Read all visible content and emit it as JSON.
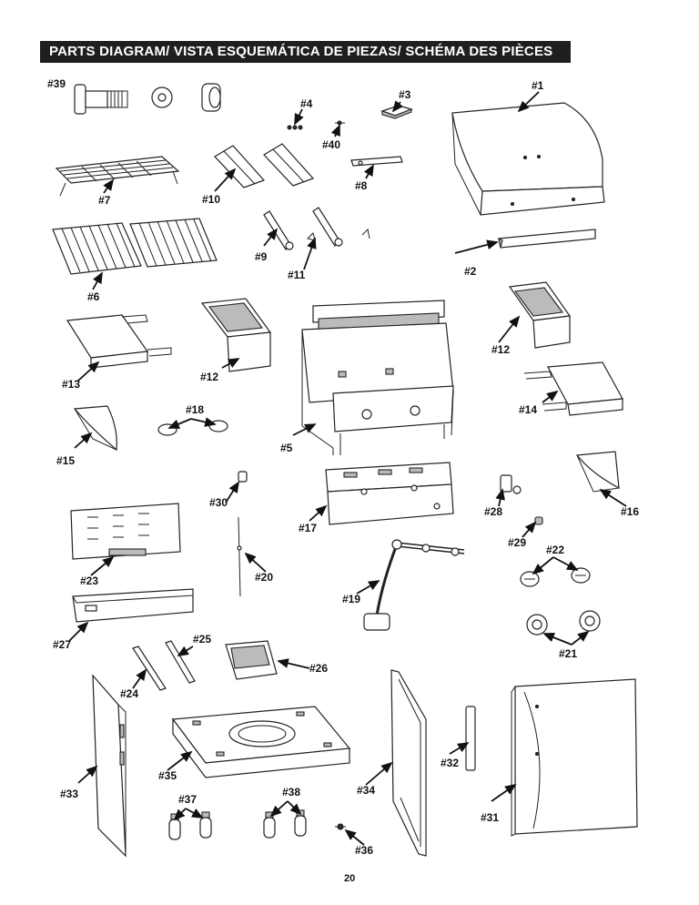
{
  "header": {
    "title": "PARTS DIAGRAM/ VISTA ESQUEMÁTICA DE PIEZAS/ SCHÉMA DES PIÈCES"
  },
  "labels": {
    "p1": "#1",
    "p2": "#2",
    "p3": "#3",
    "p4": "#4",
    "p5": "#5",
    "p6": "#6",
    "p7": "#7",
    "p8": "#8",
    "p9": "#9",
    "p10": "#10",
    "p11": "#11",
    "p12a": "#12",
    "p12b": "#12",
    "p13": "#13",
    "p14": "#14",
    "p15": "#15",
    "p16": "#16",
    "p17": "#17",
    "p18": "#18",
    "p19": "#19",
    "p20": "#20",
    "p21": "#21",
    "p22": "#22",
    "p23": "#23",
    "p24": "#24",
    "p25": "#25",
    "p26": "#26",
    "p27": "#27",
    "p28": "#28",
    "p29": "#29",
    "p30": "#30",
    "p31": "#31",
    "p32": "#32",
    "p33": "#33",
    "p34": "#34",
    "p35": "#35",
    "p36": "#36",
    "p37": "#37",
    "p38": "#38",
    "p39": "#39",
    "p40": "#40"
  },
  "footer": {
    "page_number": "20"
  }
}
